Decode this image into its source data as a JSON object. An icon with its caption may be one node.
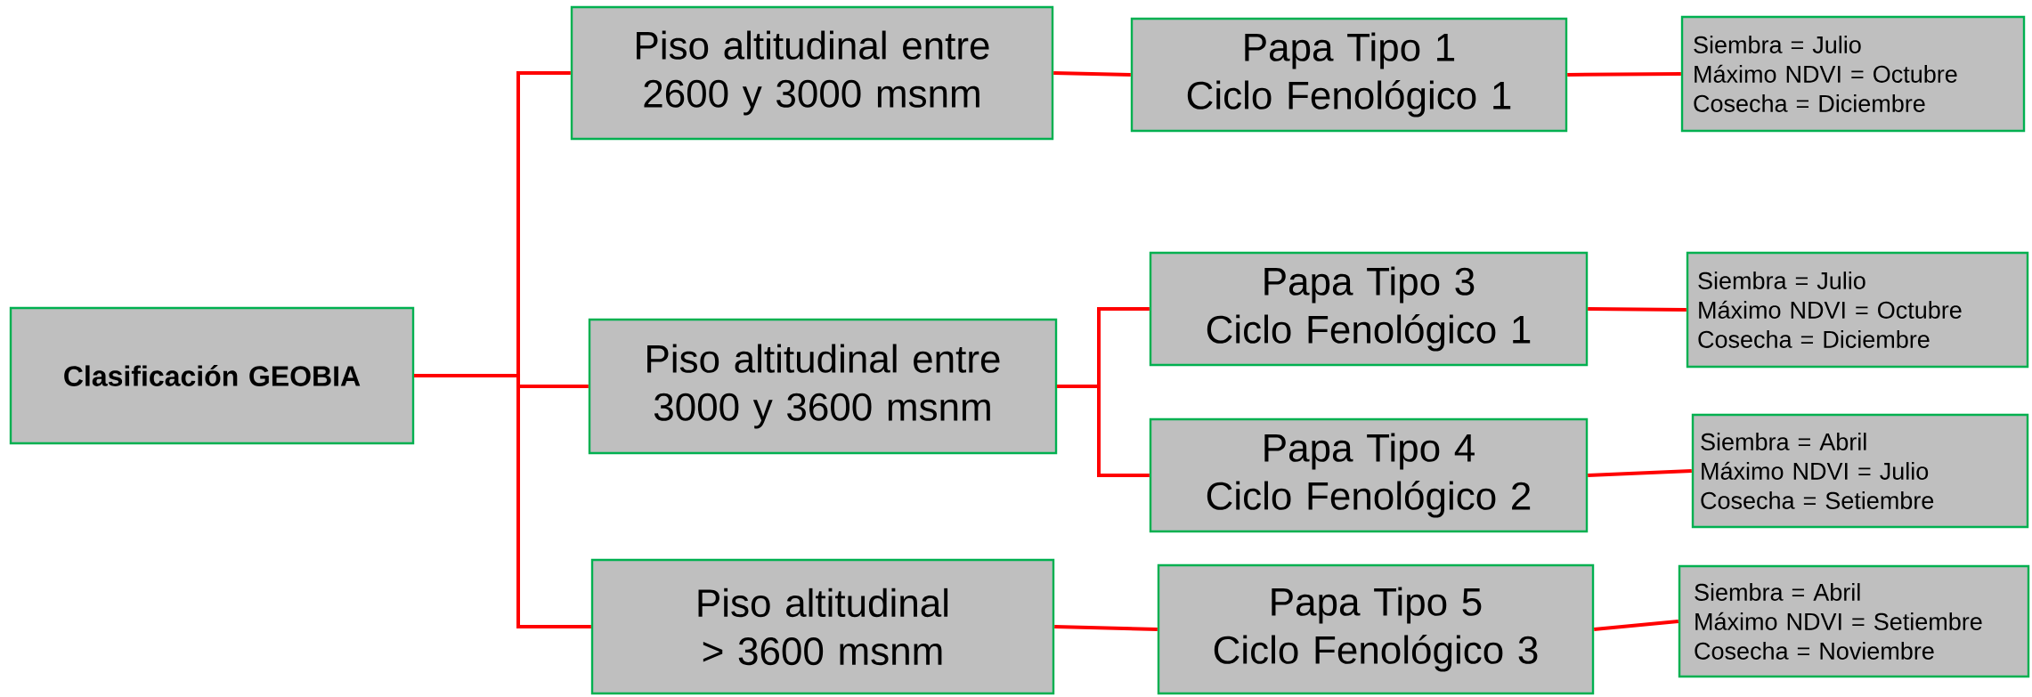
{
  "diagram": {
    "nodes": [
      {
        "text": [
          "Clasificación GEOBIA"
        ]
      },
      {
        "text": [
          "Piso altitudinal entre 2600 y 3000 msnm"
        ]
      },
      {
        "text": [
          "Piso altitudinal entre 3000 y 3600 msnm"
        ]
      },
      {
        "text": [
          "Piso altitudinal > 3600 msnm"
        ]
      },
      {
        "text": [
          "Papa Tipo 1",
          "Ciclo Fenológico 1"
        ]
      },
      {
        "text": [
          "Papa Tipo 3",
          "Ciclo Fenológico 1"
        ]
      },
      {
        "text": [
          "Papa Tipo 4",
          "Ciclo Fenológico 2"
        ]
      },
      {
        "text": [
          "Papa Tipo 5",
          "Ciclo Fenológico 3"
        ]
      },
      {
        "text": [
          "Siembra = Julio",
          "Máximo NDVI = Octubre",
          "Cosecha = Diciembre"
        ]
      },
      {
        "text": [
          "Siembra = Julio",
          "Máximo NDVI = Octubre",
          "Cosecha = Diciembre"
        ]
      },
      {
        "text": [
          "Siembra = Abril",
          "Máximo NDVI = Julio",
          "Cosecha = Setiembre"
        ]
      },
      {
        "text": [
          "Siembra = Abril",
          "Máximo NDVI = Setiembre",
          "Cosecha = Noviembre"
        ]
      }
    ],
    "edges": [
      {
        "from": 0,
        "to": 1,
        "arrow": "none"
      },
      {
        "from": 0,
        "to": 2,
        "arrow": "none"
      },
      {
        "from": 0,
        "to": 3,
        "arrow": "none"
      },
      {
        "from": 1,
        "to": 4,
        "arrow": "none"
      },
      {
        "from": 2,
        "to": 5,
        "arrow": "none"
      },
      {
        "from": 2,
        "to": 6,
        "arrow": "none"
      },
      {
        "from": 3,
        "to": 7,
        "arrow": "none"
      },
      {
        "from": 4,
        "to": 8,
        "arrow": "none"
      },
      {
        "from": 5,
        "to": 9,
        "arrow": "none"
      },
      {
        "from": 6,
        "to": 10,
        "arrow": "none"
      },
      {
        "from": 7,
        "to": 11,
        "arrow": "none"
      }
    ]
  }
}
